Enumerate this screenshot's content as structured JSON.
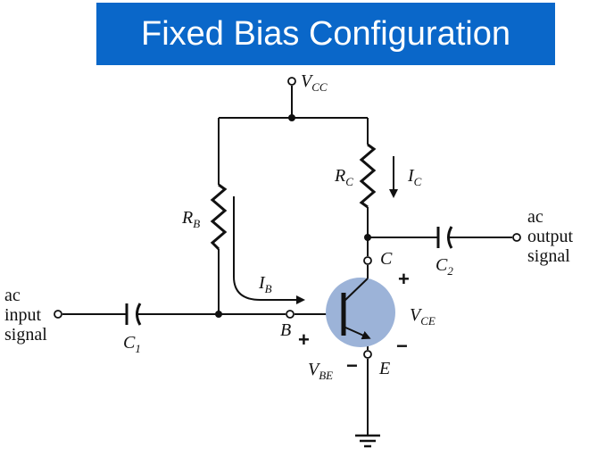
{
  "title": "Fixed Bias Configuration",
  "colors": {
    "title_bg": "#0a67c9",
    "transistor_fill": "#9cb3d8",
    "wire": "#111111"
  },
  "labels": {
    "vcc": {
      "main": "V",
      "sub": "CC"
    },
    "rb": {
      "main": "R",
      "sub": "B"
    },
    "rc": {
      "main": "R",
      "sub": "C"
    },
    "ib": {
      "main": "I",
      "sub": "B"
    },
    "ic": {
      "main": "I",
      "sub": "C"
    },
    "c1": {
      "main": "C",
      "sub": "1"
    },
    "c2": {
      "main": "C",
      "sub": "2"
    },
    "vce": {
      "main": "V",
      "sub": "CE"
    },
    "vbe": {
      "main": "V",
      "sub": "BE"
    },
    "node_b": "B",
    "node_c": "C",
    "node_e": "E",
    "input": [
      "ac",
      "input",
      "signal"
    ],
    "output": [
      "ac",
      "output",
      "signal"
    ],
    "plus": "+",
    "minus": "−"
  }
}
